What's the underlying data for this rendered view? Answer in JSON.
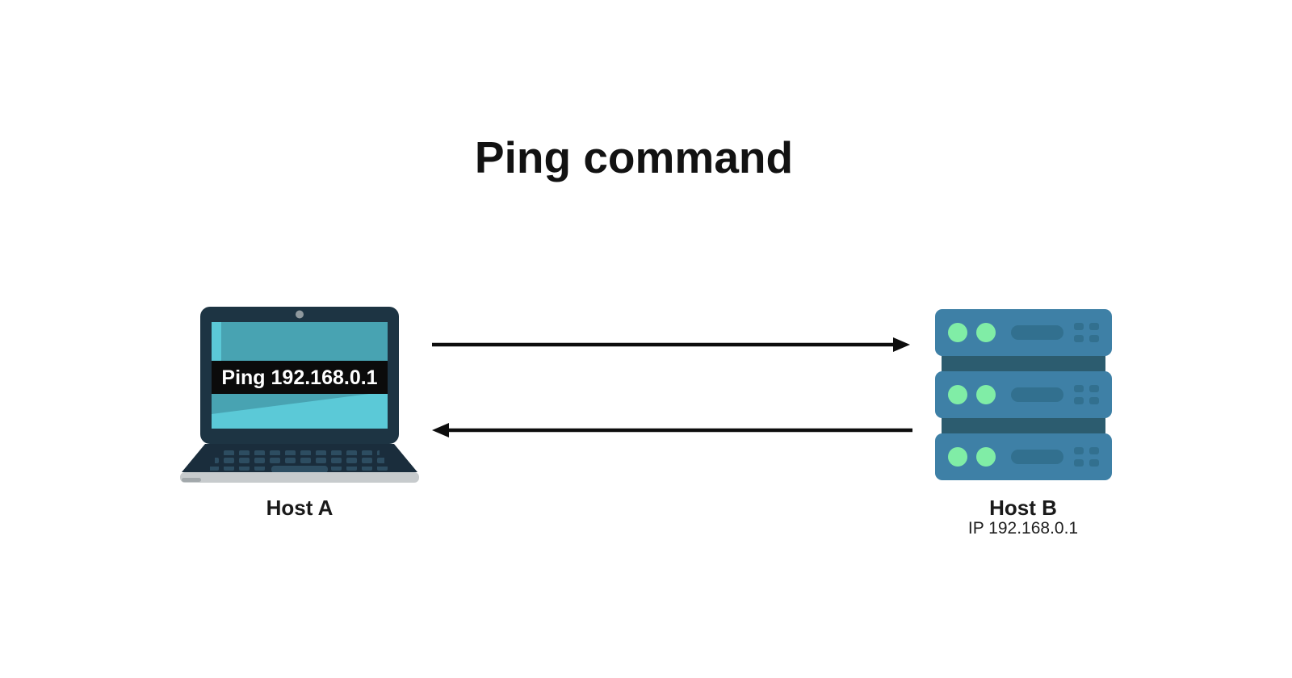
{
  "title": "Ping command",
  "host_a": {
    "label": "Host A",
    "device": "laptop",
    "screen_text": "Ping 192.168.0.1"
  },
  "host_b": {
    "label": "Host B",
    "ip": "IP 192.168.0.1",
    "device": "server-rack",
    "rack_units": 3
  },
  "arrows": [
    {
      "id": "ping-request",
      "direction": "left-to-right",
      "from": "Host A",
      "to": "Host B"
    },
    {
      "id": "ping-reply",
      "direction": "right-to-left",
      "from": "Host B",
      "to": "Host A"
    }
  ],
  "colors": {
    "background": "#ffffff",
    "title_text": "#121212",
    "label_text": "#1a1a1a",
    "arrow": "#0d0d0d",
    "laptop_frame": "#1d3443",
    "laptop_base": "#1a2d3c",
    "laptop_feet": "#0e1f2b",
    "screen_light": "#5bc9d7",
    "screen_dark": "#48a3b2",
    "banner_bg": "#0b0b0b",
    "banner_text": "#ffffff",
    "webcam": "#8f999e",
    "keys": "#2d4d61",
    "strip": "#c7cbcd",
    "strip_shadow": "#a2a8ab",
    "server_body": "#3e80a6",
    "server_connector": "#2c5c6f",
    "server_led": "#80eda6",
    "server_detail": "#32708f"
  }
}
